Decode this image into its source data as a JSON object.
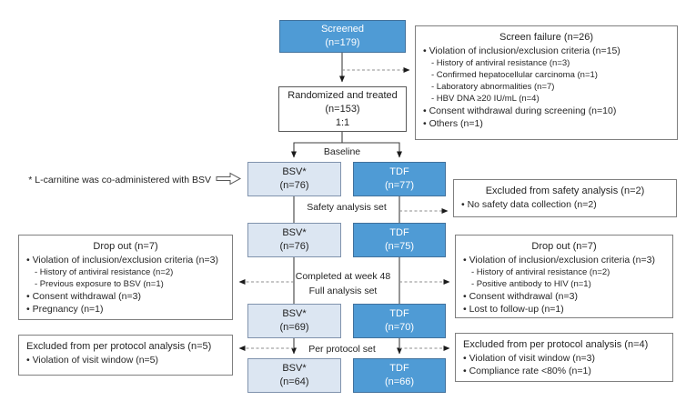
{
  "colors": {
    "treatment_blue_fill": "#4F9BD5",
    "treatment_blue_border": "#41719C",
    "treatment_light_fill": "#DCE6F2",
    "note_border": "#7f7f7f",
    "line_solid": "#3f3f3f",
    "line_dashed": "#8c8c8c"
  },
  "boxes": {
    "screened": {
      "lines": [
        "Screened",
        "(n=179)"
      ]
    },
    "randomized": {
      "lines": [
        "Randomized and treated",
        "(n=153)",
        "1:1"
      ]
    },
    "bsv_baseline": {
      "lines": [
        "BSV*",
        "(n=76)"
      ]
    },
    "tdf_baseline": {
      "lines": [
        "TDF",
        "(n=77)"
      ]
    },
    "bsv_safety": {
      "lines": [
        "BSV*",
        "(n=76)"
      ]
    },
    "tdf_safety": {
      "lines": [
        "TDF",
        "(n=75)"
      ]
    },
    "bsv_full": {
      "lines": [
        "BSV*",
        "(n=69)"
      ]
    },
    "tdf_full": {
      "lines": [
        "TDF",
        "(n=70)"
      ]
    },
    "bsv_pp": {
      "lines": [
        "BSV*",
        "(n=64)"
      ]
    },
    "tdf_pp": {
      "lines": [
        "TDF",
        "(n=66)"
      ]
    }
  },
  "stage_labels": {
    "baseline": "Baseline",
    "safety": "Safety analysis set",
    "completed_week48": "Completed at week 48",
    "full_analysis": "Full analysis set",
    "per_protocol": "Per protocol set"
  },
  "side_notes": {
    "screen_failure": {
      "title": "Screen failure (n=26)",
      "items": [
        "• Violation of inclusion/exclusion criteria (n=15)",
        "- History of antiviral resistance (n=3)",
        "- Confirmed hepatocellular carcinoma (n=1)",
        "- Laboratory abnormalities (n=7)",
        "- HBV DNA ≥20 IU/mL (n=4)",
        "• Consent withdrawal during screening (n=10)",
        "• Others (n=1)"
      ]
    },
    "excluded_safety": {
      "title": "Excluded from safety analysis (n=2)",
      "items": [
        "• No safety data collection (n=2)"
      ]
    },
    "dropout_left": {
      "title": "Drop out (n=7)",
      "items": [
        "• Violation of inclusion/exclusion criteria (n=3)",
        "- History of antiviral resistance (n=2)",
        "- Previous exposure to BSV (n=1)",
        "• Consent withdrawal (n=3)",
        "• Pregnancy (n=1)"
      ]
    },
    "dropout_right": {
      "title": "Drop out (n=7)",
      "items": [
        "• Violation of inclusion/exclusion criteria (n=3)",
        "- History of antiviral resistance (n=2)",
        "- Positive antibody to HIV (n=1)",
        "• Consent withdrawal (n=3)",
        "• Lost to follow-up (n=1)"
      ]
    },
    "excluded_pp_left": {
      "title": "Excluded from per protocol analysis (n=5)",
      "items": [
        "• Violation of visit window (n=5)"
      ]
    },
    "excluded_pp_right": {
      "title": "Excluded from per protocol analysis (n=4)",
      "items": [
        "• Violation of visit window (n=3)",
        "• Compliance rate <80% (n=1)"
      ]
    }
  },
  "footnote": "* L-carnitine was co-administered with BSV"
}
